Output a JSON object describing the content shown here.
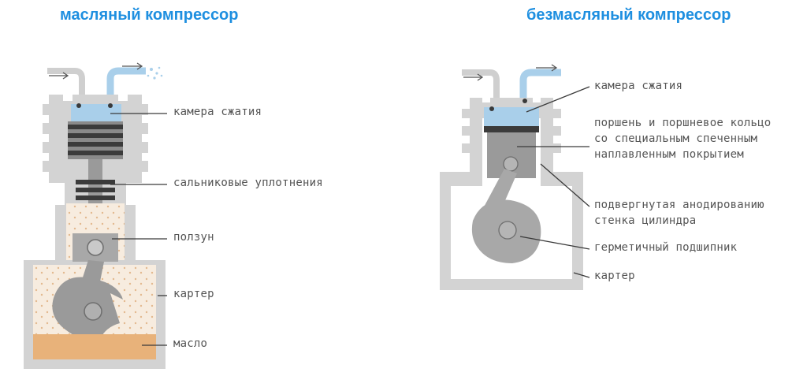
{
  "oil": {
    "title": "масляный компрессор",
    "labels": {
      "chamber": "камера сжатия",
      "seals": "сальниковые уплотнения",
      "slider": "ползун",
      "crankcase": "картер",
      "oil": "масло"
    }
  },
  "oilfree": {
    "title": "безмасляный компрессор",
    "labels": {
      "chamber": "камера сжатия",
      "piston": "поршень и поршневое кольцо со специальным спеченным наплавленным покрытием",
      "wall": "подвергнутая анодированию стенка цилиндра",
      "bearing": "герметичный подшипник",
      "crankcase": "картер"
    }
  },
  "colors": {
    "title": "#1e8fe0",
    "body_gray": "#d3d3d3",
    "air_blue": "#a9cfea",
    "oil_orange": "#e8b27a",
    "oil_dots": "#f6e8d6"
  }
}
